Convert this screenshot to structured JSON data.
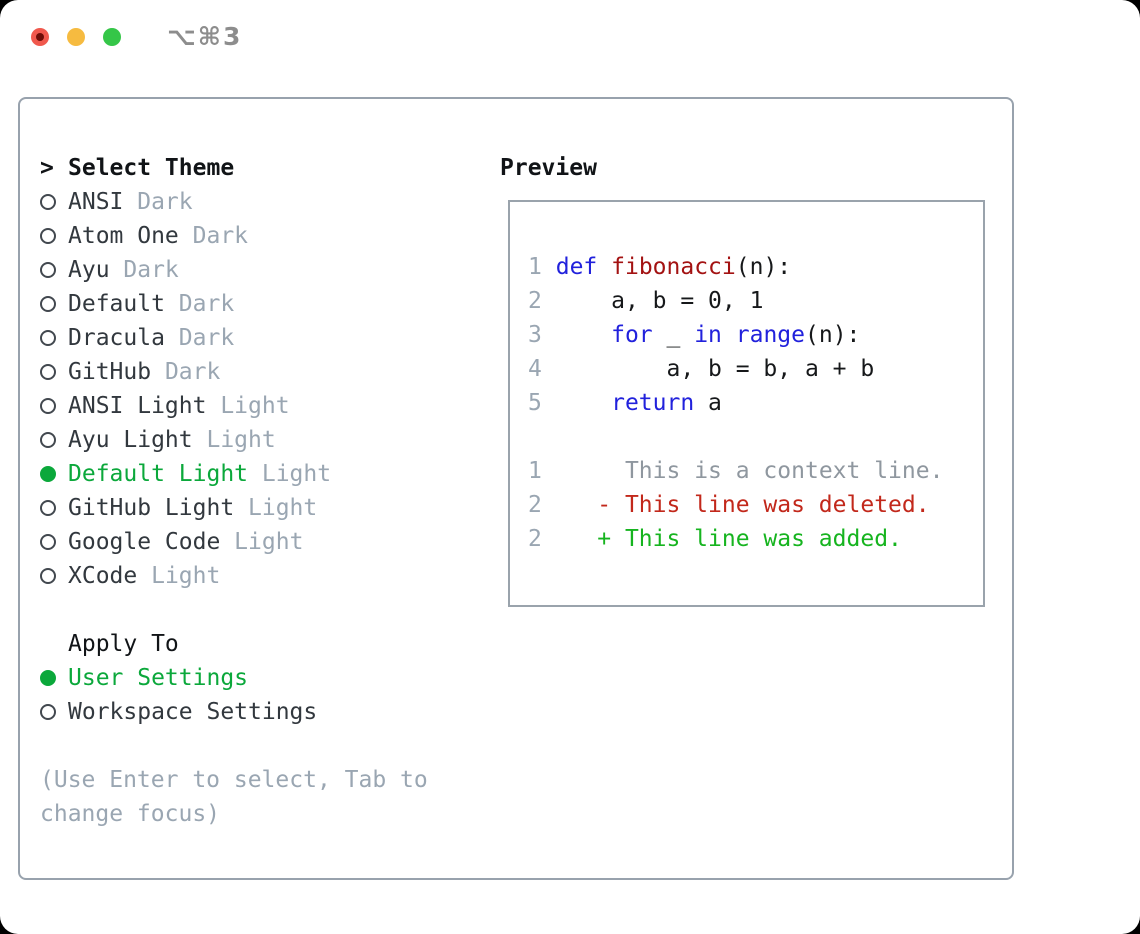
{
  "window": {
    "title": "⌥⌘3",
    "traffic_lights": {
      "close": "#f0584d",
      "minimize": "#f6bb40",
      "zoom": "#35c648"
    }
  },
  "colors": {
    "panel_border": "#98a2ad",
    "preview_border": "#9aa3ac",
    "selected_green": "#0ba83b",
    "diff_added_green": "#16b41f",
    "diff_deleted_red": "#c2281b",
    "keyword_blue": "#2121dc",
    "function_red": "#a31212",
    "muted_gray": "#9aa6b2",
    "text_dark": "#32383e"
  },
  "theme_panel": {
    "header": "Select Theme",
    "header_marker": ">",
    "items": [
      {
        "name": "ANSI",
        "variant": "Dark",
        "selected": false
      },
      {
        "name": "Atom One",
        "variant": "Dark",
        "selected": false
      },
      {
        "name": "Ayu",
        "variant": "Dark",
        "selected": false
      },
      {
        "name": "Default",
        "variant": "Dark",
        "selected": false
      },
      {
        "name": "Dracula",
        "variant": "Dark",
        "selected": false
      },
      {
        "name": "GitHub",
        "variant": "Dark",
        "selected": false
      },
      {
        "name": "ANSI Light",
        "variant": "Light",
        "selected": false
      },
      {
        "name": "Ayu Light",
        "variant": "Light",
        "selected": false
      },
      {
        "name": "Default Light",
        "variant": "Light",
        "selected": true
      },
      {
        "name": "GitHub Light",
        "variant": "Light",
        "selected": false
      },
      {
        "name": "Google Code",
        "variant": "Light",
        "selected": false
      },
      {
        "name": "XCode",
        "variant": "Light",
        "selected": false
      }
    ],
    "apply_to": {
      "header": "Apply To",
      "options": [
        {
          "label": "User Settings",
          "selected": true
        },
        {
          "label": "Workspace Settings",
          "selected": false
        }
      ]
    },
    "help": "(Use Enter to select, Tab to change focus)"
  },
  "preview": {
    "label": "Preview",
    "lines": [
      {
        "tokens": [
          [
            "1",
            "num"
          ],
          [
            " ",
            "plain"
          ],
          [
            "def",
            "kw"
          ],
          [
            " ",
            "plain"
          ],
          [
            "fibonacci",
            "fn"
          ],
          [
            "(n):",
            "plain"
          ]
        ]
      },
      {
        "tokens": [
          [
            "2",
            "num"
          ],
          [
            "     a, b = 0, 1",
            "plain"
          ]
        ]
      },
      {
        "tokens": [
          [
            "3",
            "num"
          ],
          [
            "     ",
            "plain"
          ],
          [
            "for",
            "kw"
          ],
          [
            " _ ",
            "plain"
          ],
          [
            "in",
            "kw"
          ],
          [
            " ",
            "plain"
          ],
          [
            "range",
            "kw"
          ],
          [
            "(n):",
            "plain"
          ]
        ]
      },
      {
        "tokens": [
          [
            "4",
            "num"
          ],
          [
            "         a, b = b, a + b",
            "plain"
          ]
        ]
      },
      {
        "tokens": [
          [
            "5",
            "num"
          ],
          [
            "     ",
            "plain"
          ],
          [
            "return",
            "kw"
          ],
          [
            " a",
            "plain"
          ]
        ]
      },
      {
        "tokens": []
      },
      {
        "tokens": [
          [
            "1",
            "num"
          ],
          [
            "      ",
            "plain"
          ],
          [
            "This is a context line.",
            "ctx"
          ]
        ]
      },
      {
        "tokens": [
          [
            "2",
            "num"
          ],
          [
            "    ",
            "plain"
          ],
          [
            "- This line was deleted.",
            "del"
          ]
        ]
      },
      {
        "tokens": [
          [
            "2",
            "num"
          ],
          [
            "    ",
            "plain"
          ],
          [
            "+ This line was added.",
            "add"
          ]
        ]
      }
    ]
  }
}
